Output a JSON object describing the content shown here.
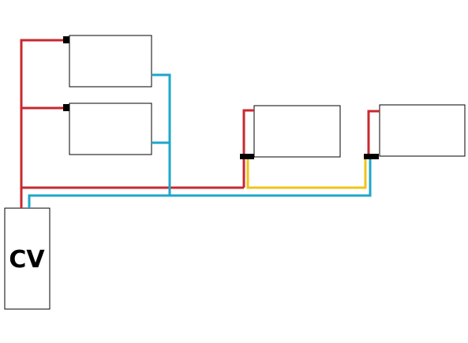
{
  "boiler": {
    "label": "CV"
  },
  "colors": {
    "supply": "#c8282f",
    "return": "#1ea6c9",
    "bypass": "#f0c419",
    "connector": "#000000"
  },
  "icons": {
    "supply_pipe": "red-line",
    "return_pipe": "blue-line",
    "yellow_pipe": "yellow-line",
    "valve": "black-connector"
  }
}
